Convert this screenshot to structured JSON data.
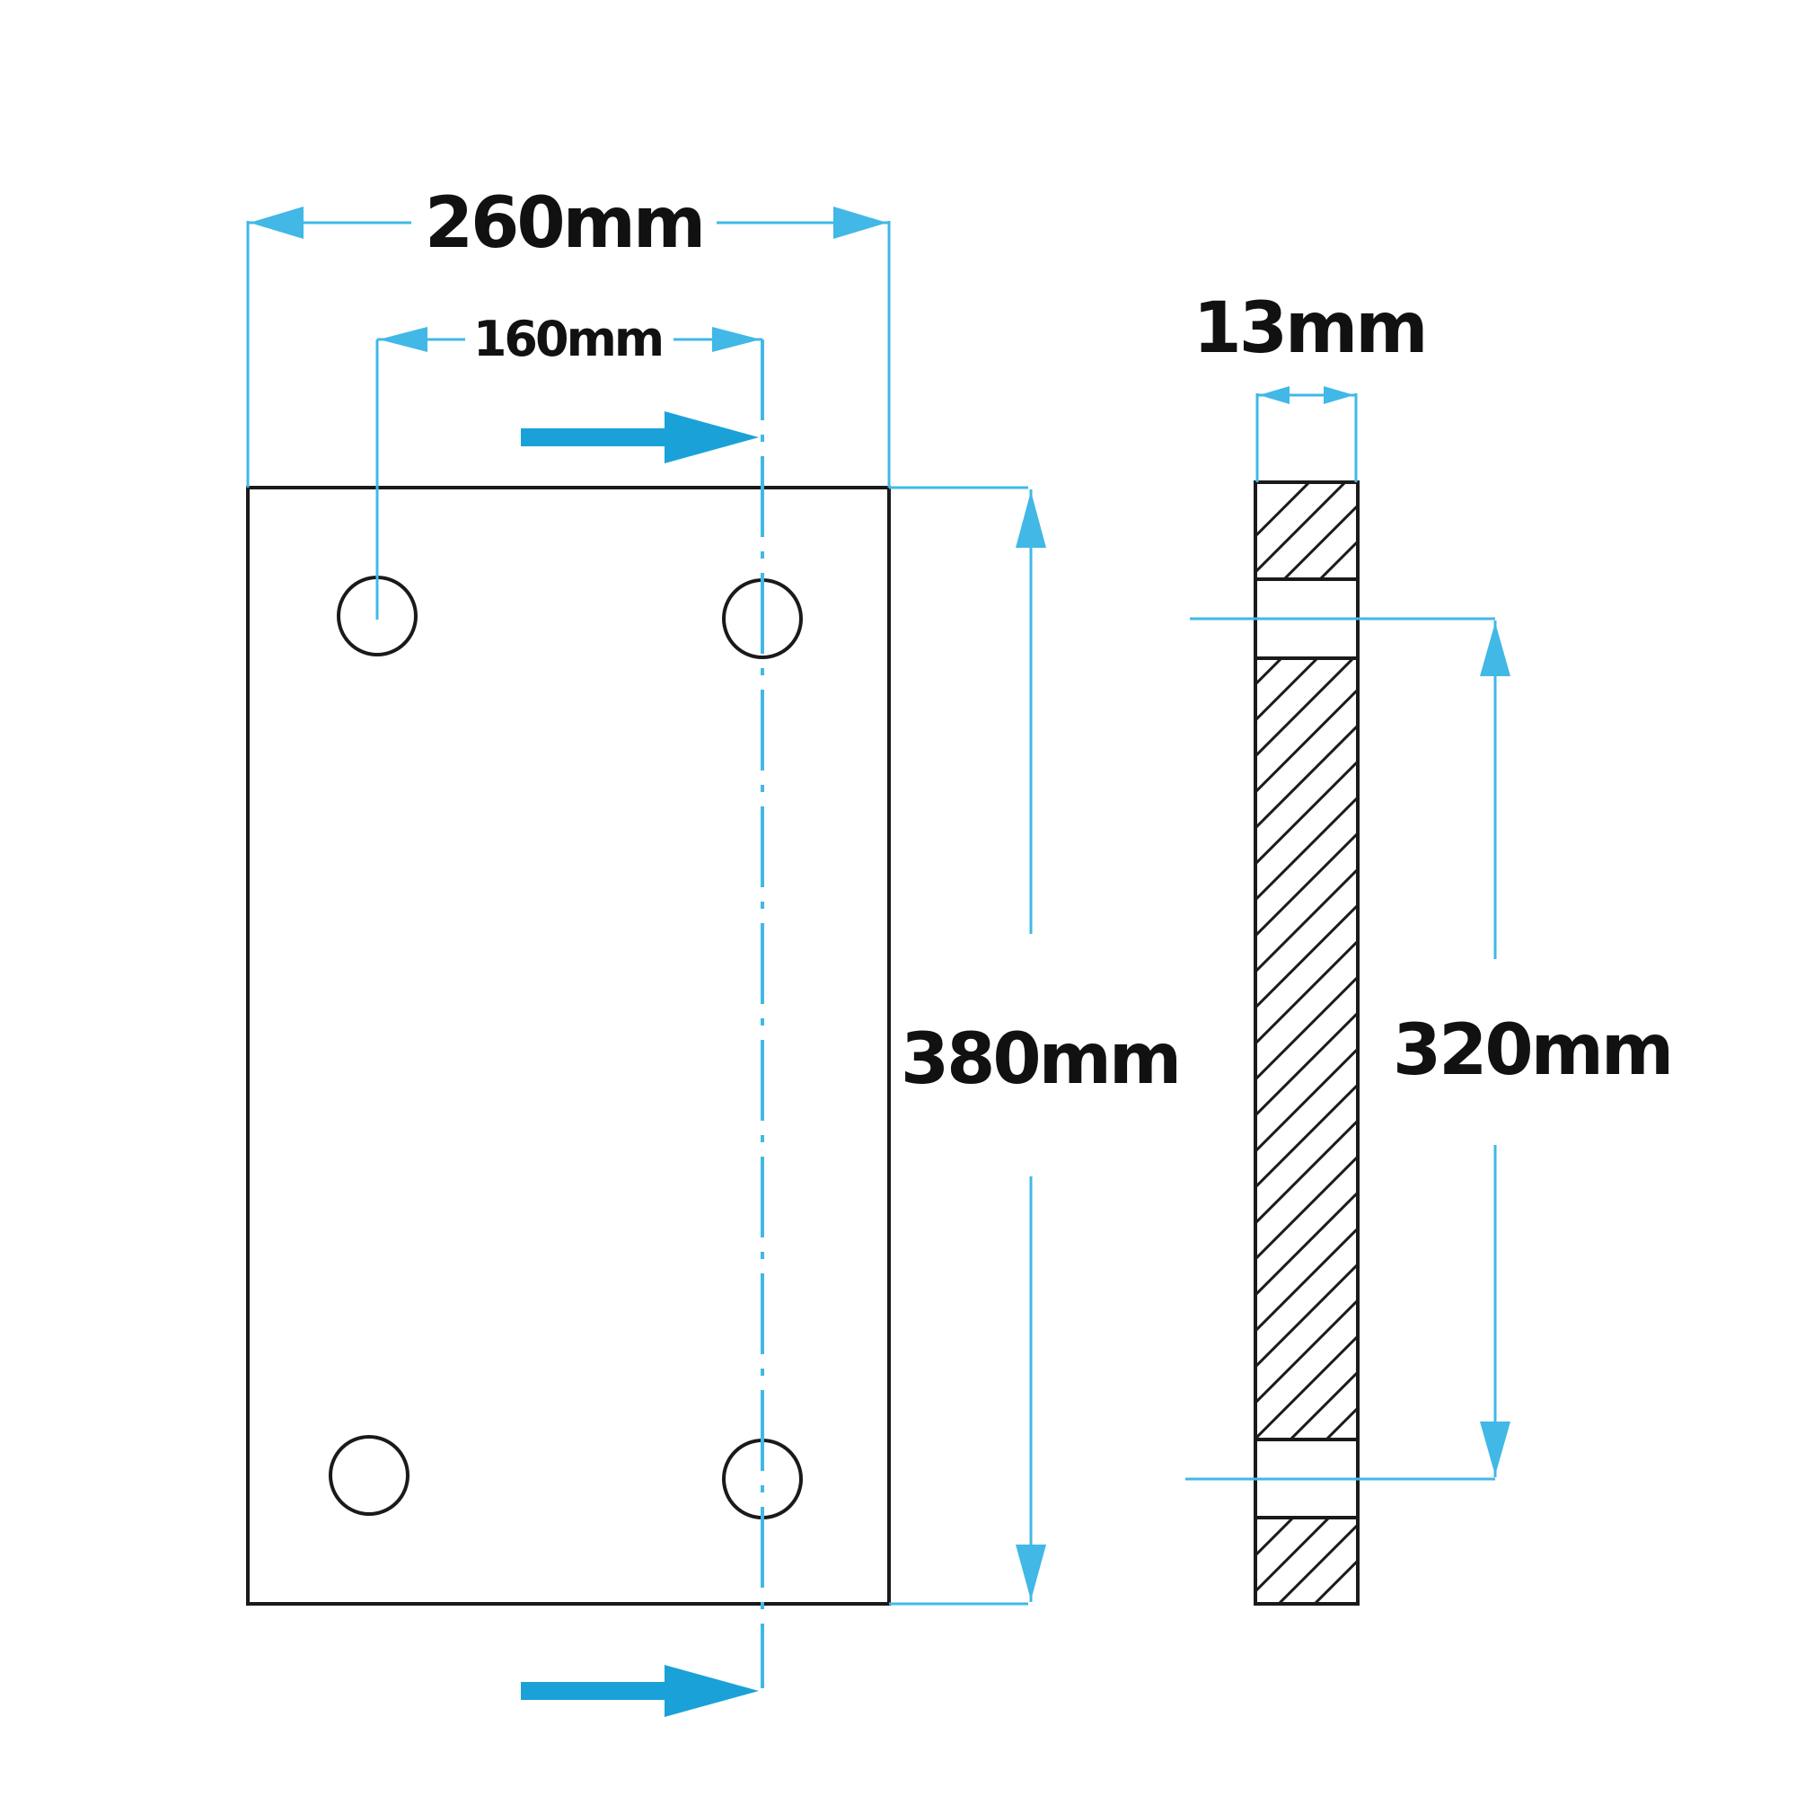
{
  "dimensions": {
    "width_label": "260mm",
    "hole_spacing_h_label": "160mm",
    "thickness_label": "13mm",
    "height_label": "380mm",
    "hole_spacing_v_label": "320mm"
  },
  "colors": {
    "dimension_line": "#41b8e6",
    "section_arrow": "#1aa2d8",
    "outline": "#1a1a1a",
    "label": "#111111"
  }
}
